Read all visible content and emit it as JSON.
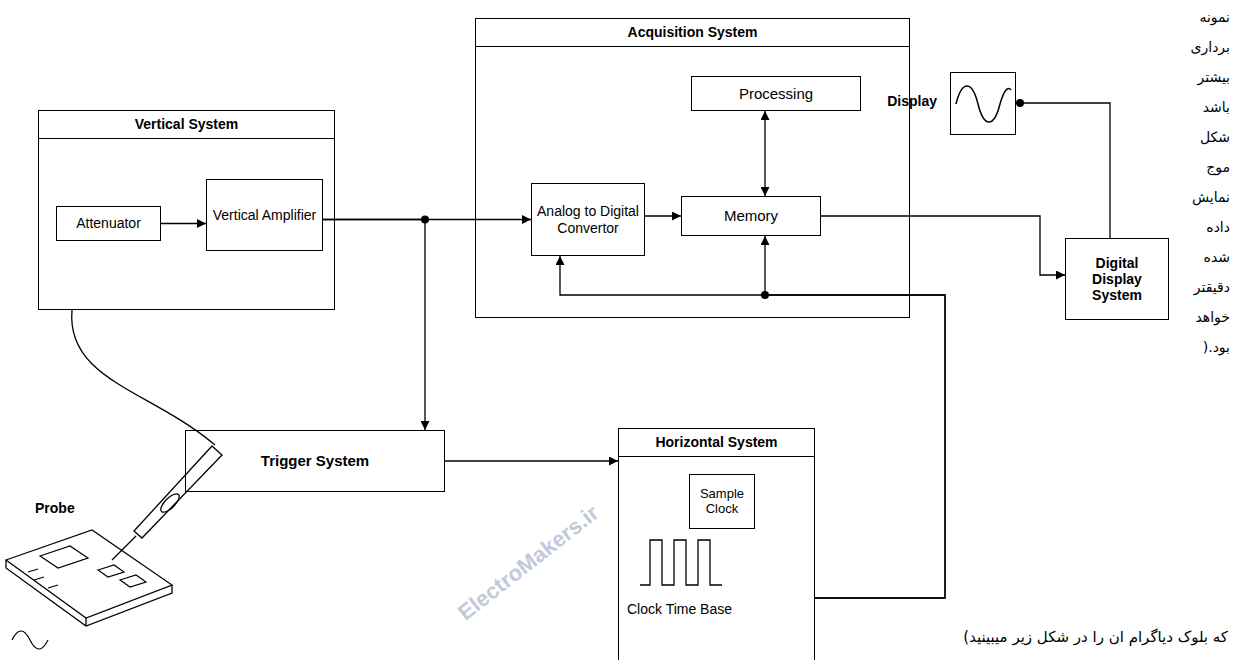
{
  "diagram": {
    "nodes": [
      {
        "text": [
          "Vertical System"
        ]
      },
      {
        "text": [
          "Attenuator"
        ],
        "in": 0
      },
      {
        "text": [
          "Vertical Amplifier"
        ],
        "in": 0
      },
      {
        "text": [
          "Acquisition System"
        ]
      },
      {
        "text": [
          "Processing"
        ],
        "in": 3
      },
      {
        "text": [
          "Analog to Digital Convertor"
        ],
        "in": 3
      },
      {
        "text": [
          "Memory"
        ],
        "in": 3
      },
      {
        "text": [
          "Display"
        ]
      },
      {
        "text": [
          "Digital Display System"
        ]
      },
      {
        "text": [
          "Trigger System"
        ]
      },
      {
        "text": [
          "Horizontal System",
          "Clock Time Base"
        ]
      },
      {
        "text": [
          "Sample Clock"
        ],
        "in": 10
      }
    ],
    "edges": [
      {
        "from": 1,
        "to": 2,
        "arrow": "to"
      },
      {
        "from": 4,
        "to": 6,
        "arrow": "both"
      },
      {
        "from": 5,
        "to": 6,
        "arrow": "to"
      },
      {
        "from": 2,
        "to": 5,
        "arrow": "to"
      },
      {
        "from": 2,
        "to": 9,
        "arrow": "to"
      },
      {
        "from": 9,
        "to": 10,
        "arrow": "to"
      },
      {
        "from": 10,
        "to": 5,
        "arrow": "to"
      },
      {
        "from": 10,
        "to": 6,
        "arrow": "to"
      },
      {
        "from": 6,
        "to": 8,
        "arrow": "to"
      },
      {
        "from": 8,
        "to": 7,
        "arrow": "none"
      }
    ],
    "labels": [
      "نمونه برداری بیشتر باشد شکل موج نمایش داده شده دقیقتر خواهد بود.(",
      "که بلوک دیاگرام ان را در شکل زیر میبینید)",
      "Probe",
      "ElectroMakers.ir"
    ]
  }
}
